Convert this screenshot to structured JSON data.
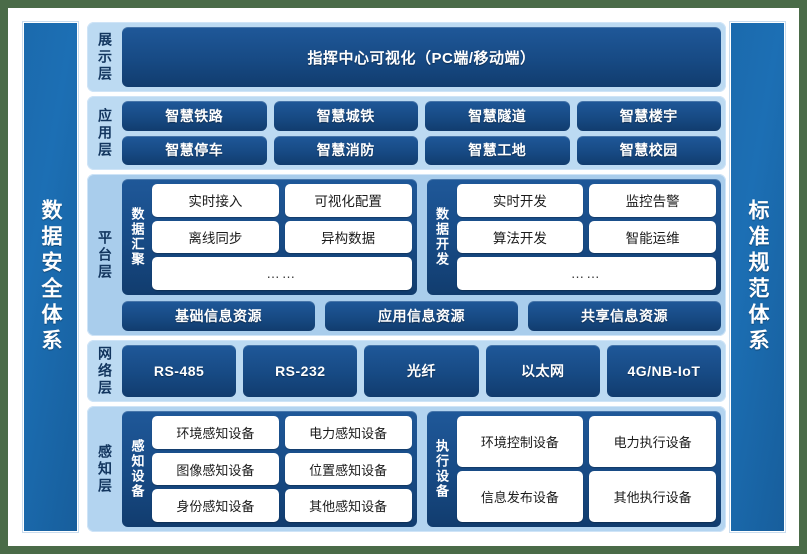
{
  "theme": {
    "page_background": "#4a6b48",
    "canvas_background": "#ffffff",
    "pillar_blue": "#1c6fb4",
    "band_light_blue": "#bcdaf2",
    "band_platform_blue": "#a9cdec",
    "navy": "#174a84",
    "chip_white": "#ffffff",
    "label_text": "#12355e"
  },
  "pillars": {
    "left": "数据安全体系",
    "right": "标准规范体系"
  },
  "layers": {
    "presentation": {
      "label": "展示层",
      "title": "指挥中心可视化（PC端/移动端）"
    },
    "application": {
      "label": "应用层",
      "row1": [
        "智慧铁路",
        "智慧城铁",
        "智慧隧道",
        "智慧楼宇"
      ],
      "row2": [
        "智慧停车",
        "智慧消防",
        "智慧工地",
        "智慧校园"
      ]
    },
    "platform": {
      "label": "平台层",
      "groups": [
        {
          "label": "数据汇聚",
          "row1": [
            "实时接入",
            "可视化配置"
          ],
          "row2": [
            "离线同步",
            "异构数据"
          ],
          "row3": "……"
        },
        {
          "label": "数据开发",
          "row1": [
            "实时开发",
            "监控告警"
          ],
          "row2": [
            "算法开发",
            "智能运维"
          ],
          "row3": "……"
        }
      ],
      "resources": [
        "基础信息资源",
        "应用信息资源",
        "共享信息资源"
      ]
    },
    "network": {
      "label": "网络层",
      "items": [
        "RS-485",
        "RS-232",
        "光纤",
        "以太网",
        "4G/NB-IoT"
      ]
    },
    "sensing": {
      "label": "感知层",
      "groups": [
        {
          "label": "感知设备",
          "row1": [
            "环境感知设备",
            "电力感知设备"
          ],
          "row2": [
            "图像感知设备",
            "位置感知设备"
          ],
          "row3": [
            "身份感知设备",
            "其他感知设备"
          ]
        },
        {
          "label": "执行设备",
          "row1": [
            "环境控制设备",
            "电力执行设备"
          ],
          "row2": [
            "信息发布设备",
            "其他执行设备"
          ]
        }
      ]
    }
  }
}
